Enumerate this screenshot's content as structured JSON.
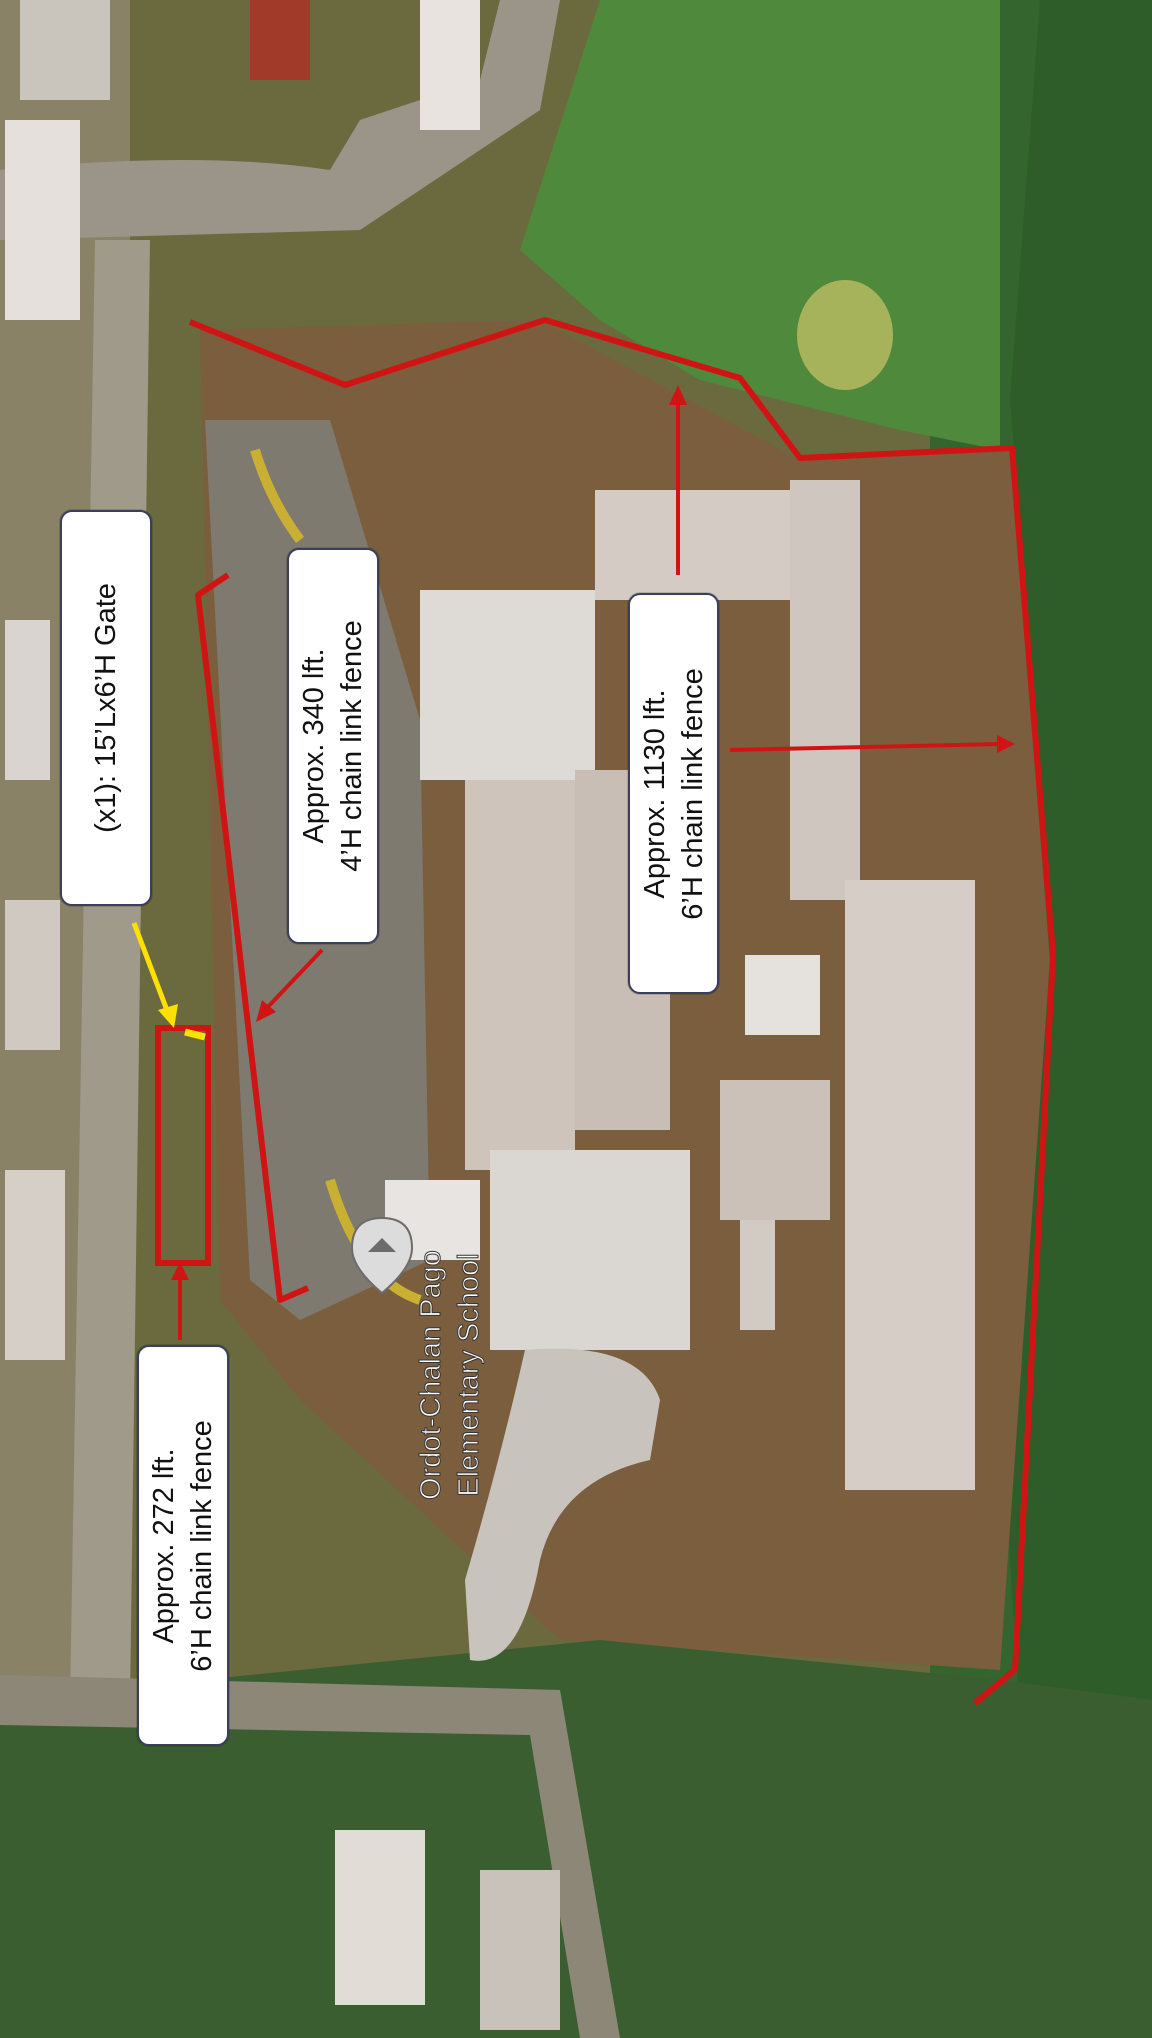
{
  "map": {
    "place_label": {
      "line1": "Ordot-Chalan Pago",
      "line2": "Elementary School"
    },
    "annotations": {
      "gate": "(x1): 15’Lx6’H Gate",
      "fence_340": {
        "line1": "Approx. 340 lft.",
        "line2": "4’H chain link fence"
      },
      "fence_1130": {
        "line1": "Approx. 1130 lft.",
        "line2": "6’H chain link fence"
      },
      "fence_272": {
        "line1": "Approx. 272 lft.",
        "line2": "6’H chain link fence"
      }
    },
    "colors": {
      "fence_line": "#d01414",
      "gate_marker": "#ffe100",
      "label_border": "#3a3f5c",
      "vegetation": "#3d6d33",
      "field": "#7a6a40",
      "roof": "#d8d0c8"
    },
    "icons": [
      "map-pin-icon"
    ]
  }
}
